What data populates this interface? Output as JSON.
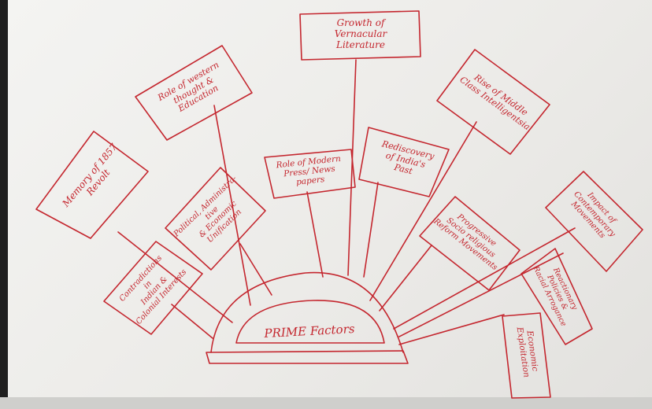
{
  "diagram": {
    "ink_color": "#c4262e",
    "center": {
      "label": "PRIME Factors"
    },
    "factors": [
      {
        "id": "contradictions",
        "lines": [
          "Contradictions",
          "in",
          "Indian &",
          "Colonial Interests"
        ]
      },
      {
        "id": "memory-1857",
        "lines": [
          "Memory of 1857",
          "Revolt"
        ]
      },
      {
        "id": "political-unification",
        "lines": [
          "Political, Administra-",
          "tive",
          "& Economic",
          "Unification"
        ]
      },
      {
        "id": "western-thought",
        "lines": [
          "Role of western",
          "thought &",
          "Education"
        ]
      },
      {
        "id": "modern-press",
        "lines": [
          "Role of Modern",
          "Press/ News",
          "papers"
        ]
      },
      {
        "id": "vernacular-literature",
        "lines": [
          "Growth of",
          "Vernacular",
          "Literature"
        ]
      },
      {
        "id": "rediscovery-past",
        "lines": [
          "Rediscovery",
          "of India's",
          "Past"
        ]
      },
      {
        "id": "middle-class",
        "lines": [
          "Rise of Middle",
          "Class Intelligentsia"
        ]
      },
      {
        "id": "socio-religious-reform",
        "lines": [
          "Progressive",
          "Socio religious",
          "Reform Movements"
        ]
      },
      {
        "id": "contemporary-movements",
        "lines": [
          "Impact of",
          "Contemporary",
          "Movements"
        ]
      },
      {
        "id": "racial-arrogance",
        "lines": [
          "Reactionary",
          "Policies &",
          "Racial Arrogance"
        ]
      },
      {
        "id": "economic-exploitation",
        "lines": [
          "Economic",
          "Exploitation"
        ]
      }
    ]
  }
}
